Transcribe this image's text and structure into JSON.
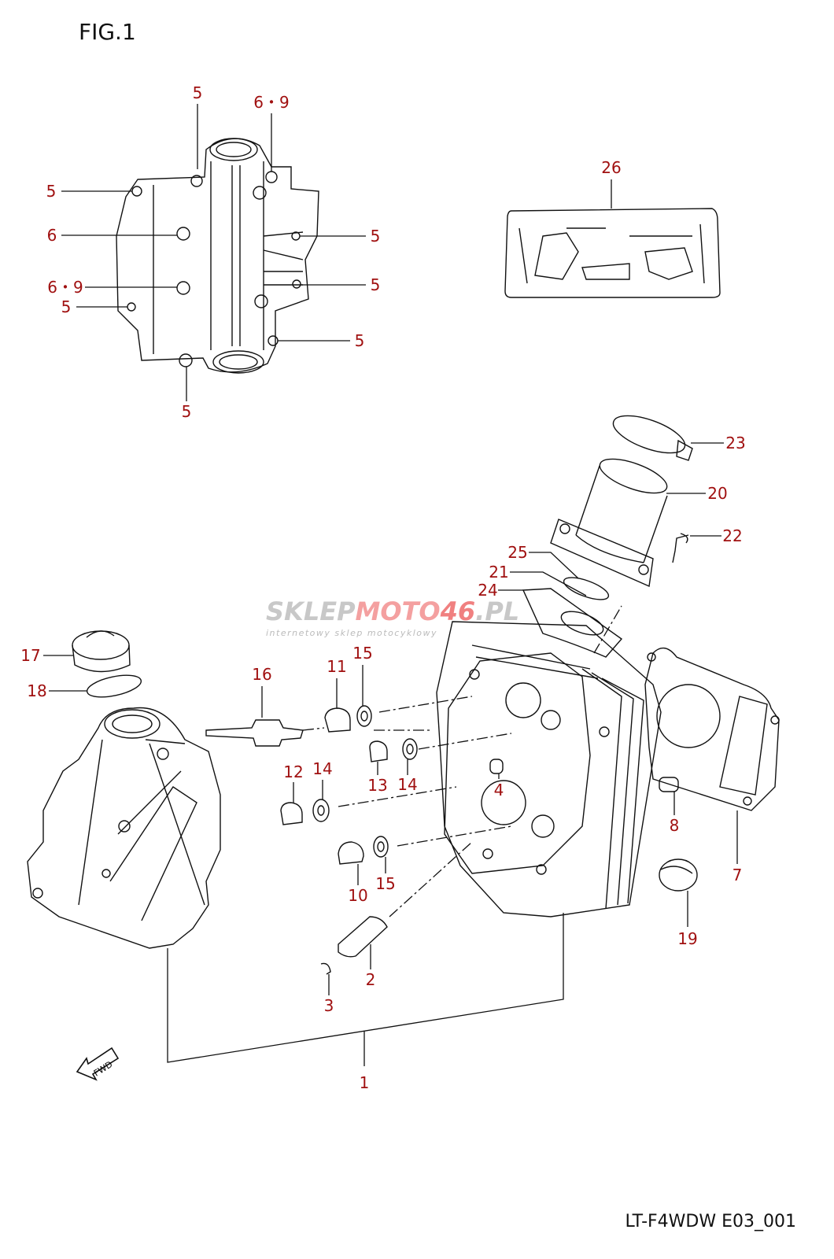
{
  "figure_title": "FIG.1",
  "footer_code": "LT-F4WDW E03_001",
  "watermark": {
    "part1": "SKLEP",
    "part2": "MOTO",
    "part3": "46",
    "part4": ".PL",
    "tagline": "internetowy sklep motocyklowy",
    "gray": "#c8c8c8",
    "red": "#f08080"
  },
  "fwd_label": "FWD",
  "callout_color": "#a01010",
  "callouts": [
    "5",
    "6・9",
    "5",
    "6",
    "5",
    "6・9",
    "5",
    "5",
    "5",
    "5",
    "26",
    "23",
    "20",
    "22",
    "25",
    "21",
    "24",
    "17",
    "18",
    "16",
    "11",
    "15",
    "13",
    "14",
    "12",
    "14",
    "4",
    "8",
    "7",
    "10",
    "15",
    "19",
    "2",
    "3",
    "1"
  ]
}
